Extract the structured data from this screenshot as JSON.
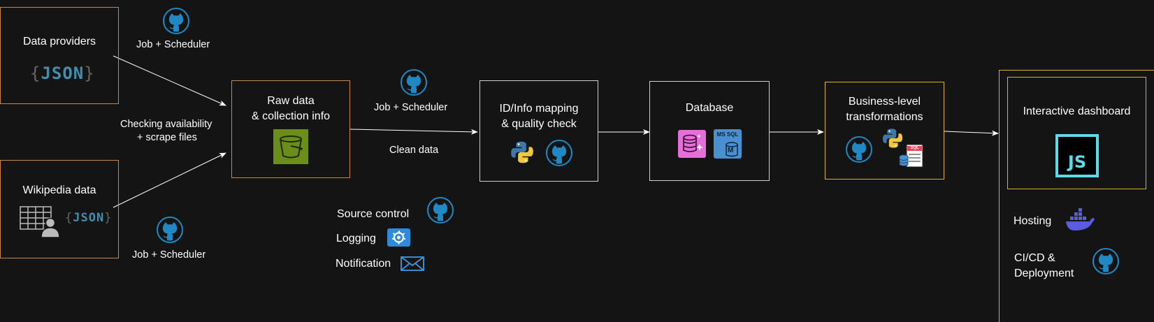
{
  "providers": {
    "title": "Data providers",
    "json": "JSON",
    "brace_open": "{",
    "brace_close": "}"
  },
  "wikipedia": {
    "title": "Wikipedia data",
    "json": "JSON",
    "brace_open": "{",
    "brace_close": "}"
  },
  "edge_labels": {
    "job1": "Job + Scheduler",
    "job2": "Job + Scheduler",
    "job3": "Job + Scheduler",
    "checking_1": "Checking availability",
    "checking_2": "+ scrape files",
    "clean": "Clean data"
  },
  "raw": {
    "line1": "Raw data",
    "line2": "& collection info"
  },
  "mapping": {
    "line1": "ID/Info mapping",
    "line2": "& quality check"
  },
  "database": {
    "title": "Database",
    "mssql_line1": "MS SQL",
    "mssql_line2": "M"
  },
  "business": {
    "line1": "Business-level",
    "line2": "transformations",
    "sql_tag": "SQL"
  },
  "dashboard": {
    "title": "Interactive dashboard",
    "js": "JS",
    "hosting": "Hosting",
    "cicd_1": "CI/CD &",
    "cicd_2": "Deployment"
  },
  "legend": {
    "source_control": "Source control",
    "logging": "Logging",
    "notification": "Notification"
  },
  "colors": {
    "background": "#141414",
    "orange_border": "#c8874a",
    "white_border": "#d0d0d0",
    "gold_border": "#d8b038",
    "github_blue": "#2188c4",
    "js_cyan": "#5fd8e8",
    "docker_purple": "#5b5be0",
    "bucket_green": "#6b8e1a",
    "python_blue": "#3d78a8",
    "python_yellow": "#f2c73c"
  },
  "icons": [
    "github-icon",
    "json-icon",
    "bucket-icon",
    "python-icon",
    "database-sparkle-icon",
    "mssql-icon",
    "sql-script-icon",
    "js-icon",
    "docker-icon",
    "grafana-icon",
    "mail-icon",
    "user-table-icon"
  ]
}
